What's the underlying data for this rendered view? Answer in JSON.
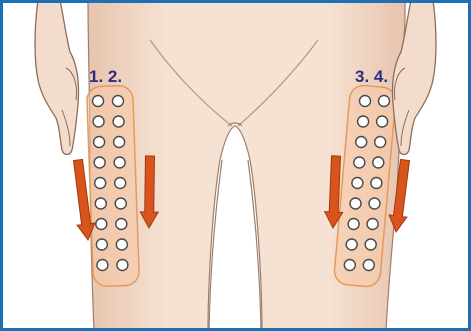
{
  "labels": {
    "left_pair": "1. 2.",
    "right_pair": "3. 4."
  },
  "colors": {
    "frame": "#1f6fb4",
    "skin": "#f3dccb",
    "skin_shadow": "#d9b7a2",
    "outline": "#8c6d5d",
    "zone_fill": "#f7c9a6",
    "zone_stroke": "#e59a5c",
    "arrow": "#d9541c",
    "arrow_edge": "#a03a10",
    "label": "#2d2e83",
    "dot_fill": "#ffffff",
    "dot_stroke": "#4a4a4a"
  },
  "icons": {
    "left_hand": "hand-icon",
    "right_hand": "hand-icon",
    "arrow": "arrow-down-icon"
  },
  "dot_grid": {
    "rows": 9,
    "columns_per_zone": 2,
    "zones": 2
  },
  "arrows": {
    "count": 4,
    "direction": "down"
  }
}
